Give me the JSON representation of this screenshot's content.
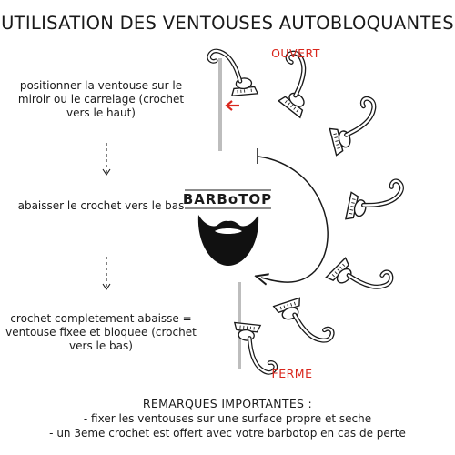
{
  "title": "UTILISATION DES VENTOUSES AUTOBLOQUANTES",
  "states": {
    "open": "OUVERT",
    "closed": "FERME"
  },
  "steps": [
    {
      "text": "positionner la ventouse sur le miroir ou le carrelage (crochet vers le haut)"
    },
    {
      "text": "abaisser le crochet vers le bas"
    },
    {
      "text": "crochet completement abaisse = ventouse fixee et bloquee (crochet vers le bas)"
    }
  ],
  "brand": {
    "name": "BARBoTOP"
  },
  "notes": {
    "title": "REMARQUES IMPORTANTES :",
    "lines": [
      "- fixer les ventouses sur une surface propre et seche",
      "- un 3eme crochet est offert avec votre barbotop en cas de perte"
    ]
  },
  "colors": {
    "accent": "#d9261c",
    "ink": "#1a1a1a",
    "wall": "#bdbdbd"
  }
}
